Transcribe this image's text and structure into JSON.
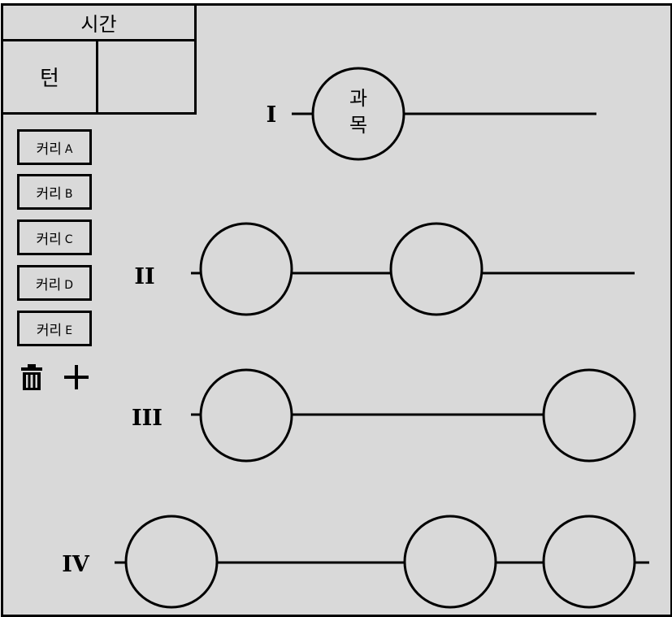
{
  "header": {
    "time_label": "시간",
    "turn_label": "턴"
  },
  "curry_buttons": [
    {
      "label": "커리",
      "letter": "A"
    },
    {
      "label": "커리",
      "letter": "B"
    },
    {
      "label": "커리",
      "letter": "C"
    },
    {
      "label": "커리",
      "letter": "D"
    },
    {
      "label": "커리",
      "letter": "E"
    }
  ],
  "tools": {
    "delete_icon": "trash-icon",
    "add_icon": "plus-icon"
  },
  "lanes": [
    {
      "label": "I",
      "nodes": [
        {
          "text_line1": "과",
          "text_line2": "목"
        }
      ]
    },
    {
      "label": "II",
      "nodes": [
        {},
        {}
      ]
    },
    {
      "label": "III",
      "nodes": [
        {},
        {}
      ]
    },
    {
      "label": "IV",
      "nodes": [
        {},
        {},
        {}
      ]
    }
  ],
  "colors": {
    "background": "#d9d9d9",
    "stroke": "#000000"
  }
}
